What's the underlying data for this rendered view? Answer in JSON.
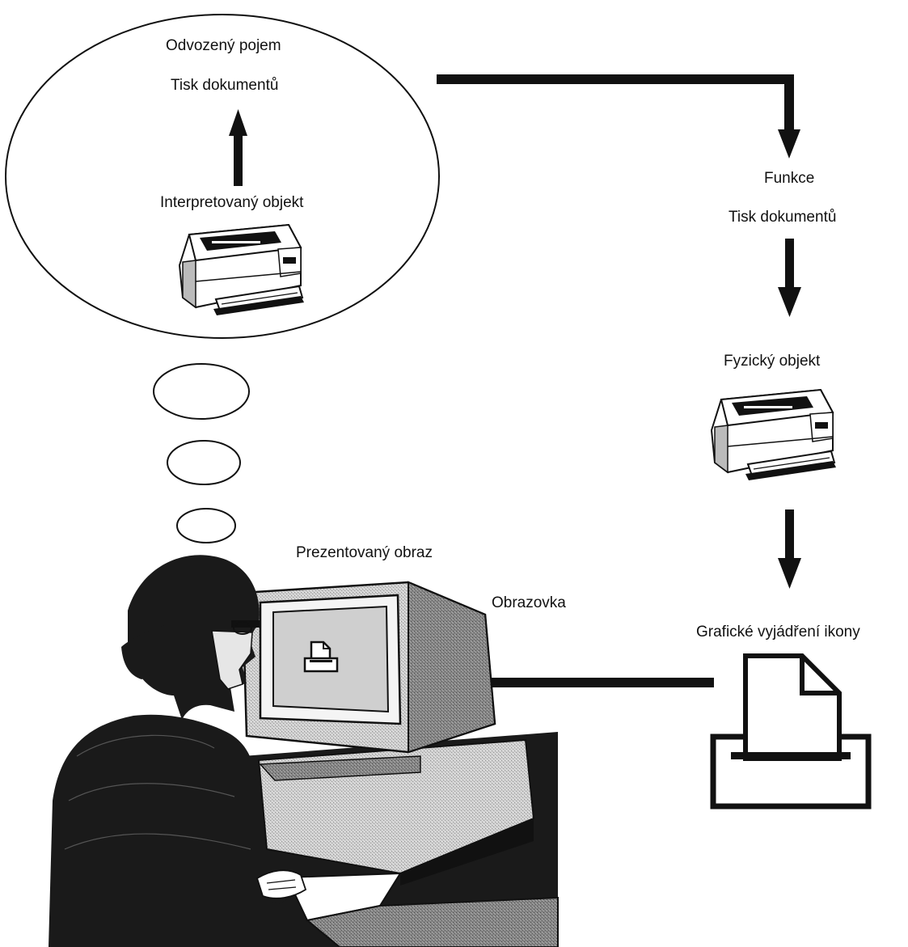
{
  "thought_bubble": {
    "derived_concept_label": "Odvozený pojem",
    "derived_concept_value": "Tisk dokumentů",
    "interpreted_object_label": "Interpretovaný objekt"
  },
  "right_chain": {
    "function_label": "Funkce",
    "function_value": "Tisk dokumentů",
    "physical_object_label": "Fyzický objekt",
    "graphic_icon_label": "Grafické vyjádření ikony"
  },
  "workstation": {
    "presented_image_label": "Prezentovaný obraz",
    "screen_label": "Obrazovka"
  },
  "icons": [
    "printer-icon",
    "print-document-icon",
    "screen-printer-icon",
    "thought-bubble",
    "monitor",
    "person-silhouette"
  ],
  "colors": {
    "ink": "#111111",
    "paper": "#ffffff",
    "shade": "#bdbdbd",
    "dark": "#1a1a1a"
  }
}
